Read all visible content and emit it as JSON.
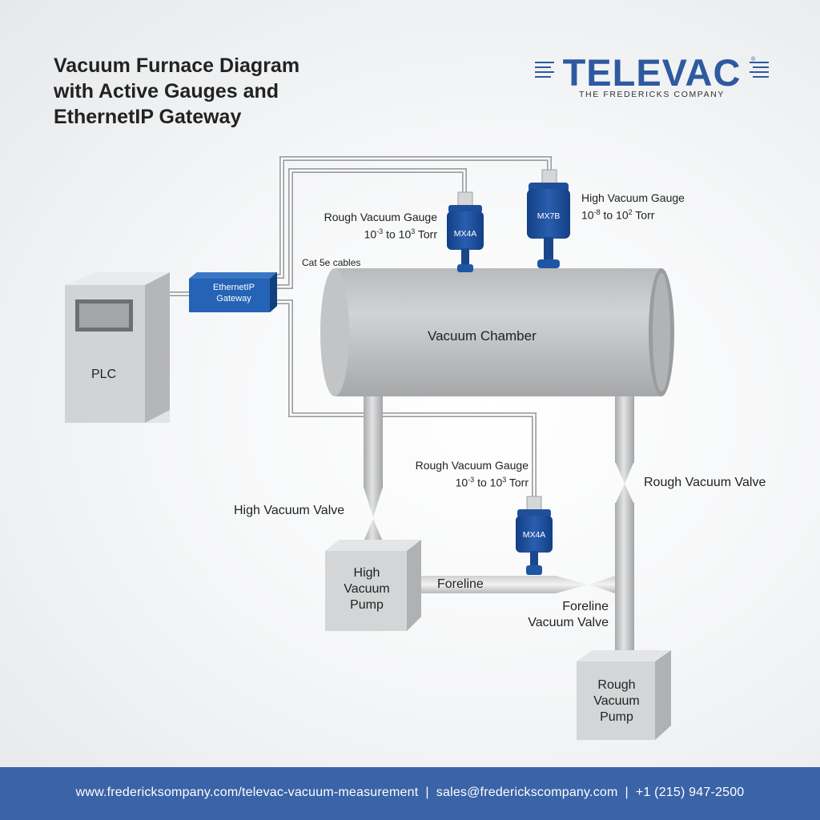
{
  "title": {
    "line1": "Vacuum Furnace Diagram",
    "line2": "with Active Gauges and",
    "line3": "EthernetIP Gateway"
  },
  "logo": {
    "name": "TELEVAC",
    "tagline": "THE FREDERICKS COMPANY",
    "color": "#2d5aa0"
  },
  "components": {
    "plc": "PLC",
    "gateway": {
      "line1": "EthernetIP",
      "line2": "Gateway"
    },
    "cables": "Cat 5e cables",
    "chamber": "Vacuum Chamber",
    "high_vacuum_pump": [
      "High",
      "Vacuum",
      "Pump"
    ],
    "rough_vacuum_pump": [
      "Rough",
      "Vacuum",
      "Pump"
    ],
    "foreline": "Foreline",
    "high_vacuum_valve": "High Vacuum Valve",
    "rough_vacuum_valve": "Rough Vacuum Valve",
    "foreline_valve": [
      "Foreline",
      "Vacuum Valve"
    ]
  },
  "gauges": {
    "rough_top": {
      "label": "Rough Vacuum Gauge",
      "range_pre": "10",
      "exp1": "-3",
      "mid": " to 10",
      "exp2": "3",
      "unit": " Torr",
      "model": "MX4A"
    },
    "high_top": {
      "label": "High Vacuum Gauge",
      "range_pre": "10",
      "exp1": "-8",
      "mid": " to 10",
      "exp2": "2",
      "unit": " Torr",
      "model": "MX7B"
    },
    "rough_foreline": {
      "label": "Rough Vacuum Gauge",
      "range_pre": "10",
      "exp1": "-3",
      "mid": " to 10",
      "exp2": "3",
      "unit": " Torr",
      "model": "MX4A"
    }
  },
  "footer": {
    "website": "www.fredericksompany.com/televac-vacuum-measurement",
    "email": "sales@frederickscompany.com",
    "phone": "+1 (215) 947-2500",
    "background": "#3a63a8"
  },
  "colors": {
    "gauge_blue": "#1e4f9a",
    "gateway_blue": "#1d5aa6",
    "equipment_gray": "#c9cacc"
  }
}
